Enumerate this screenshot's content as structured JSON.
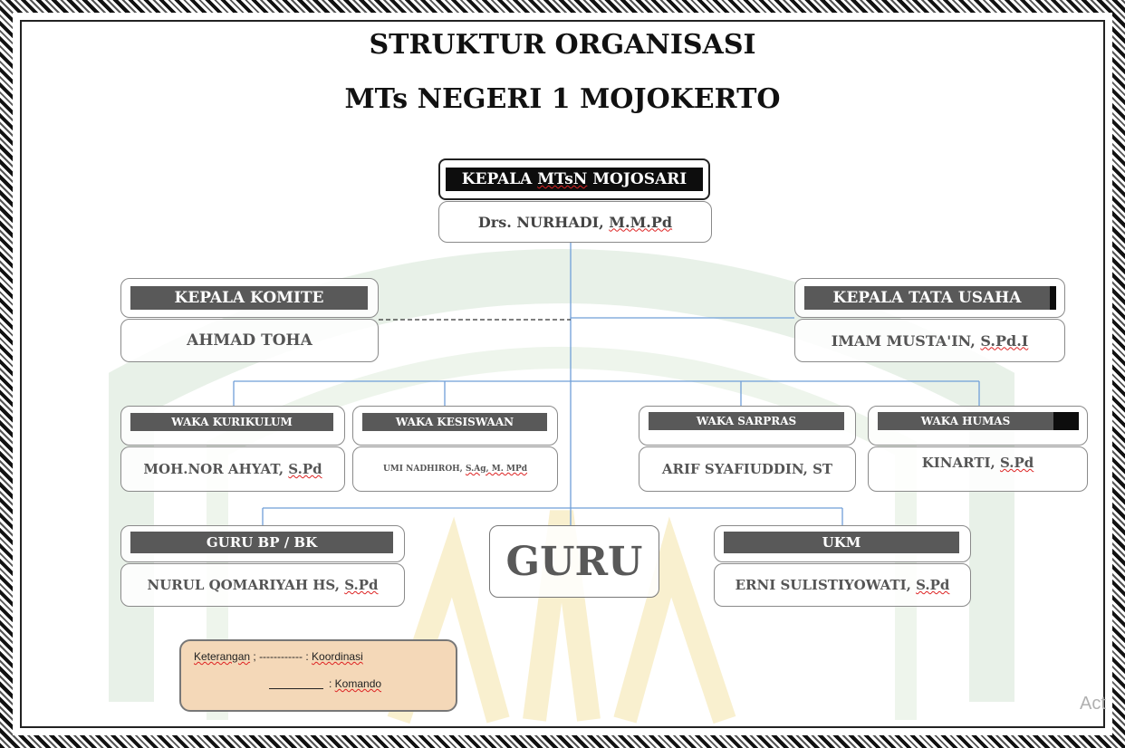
{
  "title_line1": "STRUKTUR ORGANISASI",
  "title_line2": "MTs NEGERI 1 MOJOKERTO",
  "kepala": {
    "role_prefix": "KEPALA ",
    "role_mid": "MTsN",
    "role_suffix": " MOJOSARI",
    "name_prefix": "Drs. NURHADI, ",
    "name_suffix": "M.M.Pd"
  },
  "komite": {
    "role": "KEPALA KOMITE",
    "name": "AHMAD TOHA"
  },
  "tata_usaha": {
    "role": "KEPALA TATA USAHA",
    "name_prefix": "IMAM MUSTA'IN, ",
    "name_suffix": "S.Pd.I"
  },
  "waka": [
    {
      "role": "WAKA KURIKULUM",
      "name_prefix": "MOH.NOR AHYAT, ",
      "name_suffix": "S.Pd"
    },
    {
      "role": "WAKA KESISWAAN",
      "name_prefix": "UMI NADHIROH, ",
      "name_suffix": "S.Ag, M. MPd"
    },
    {
      "role": "WAKA SARPRAS",
      "name_prefix": "ARIF SYAFIUDDIN, ST",
      "name_suffix": ""
    },
    {
      "role": "WAKA HUMAS",
      "name_prefix": "KINARTI, ",
      "name_suffix": "S.Pd"
    }
  ],
  "guru_bp": {
    "role": "GURU BP / BK",
    "name_prefix": "NURUL QOMARIYAH HS, ",
    "name_suffix": "S.Pd"
  },
  "guru": "GURU",
  "ukm": {
    "role": "UKM",
    "name_prefix": "ERNI SULISTIYOWATI, ",
    "name_suffix": "S.Pd"
  },
  "legend": {
    "label": "Keterangan",
    "row1_mid": " ; ------------ : ",
    "koordinasi": "Koordinasi",
    "row2_sep": ": ",
    "komando": "Komando"
  },
  "corner_text": "Act",
  "colors": {
    "dark_bar": "#0d0d0d",
    "gray_bar": "#595959",
    "line": "#6f9fd8",
    "legend_bg": "#f4d8b8",
    "watermark": "#c8dccb"
  }
}
